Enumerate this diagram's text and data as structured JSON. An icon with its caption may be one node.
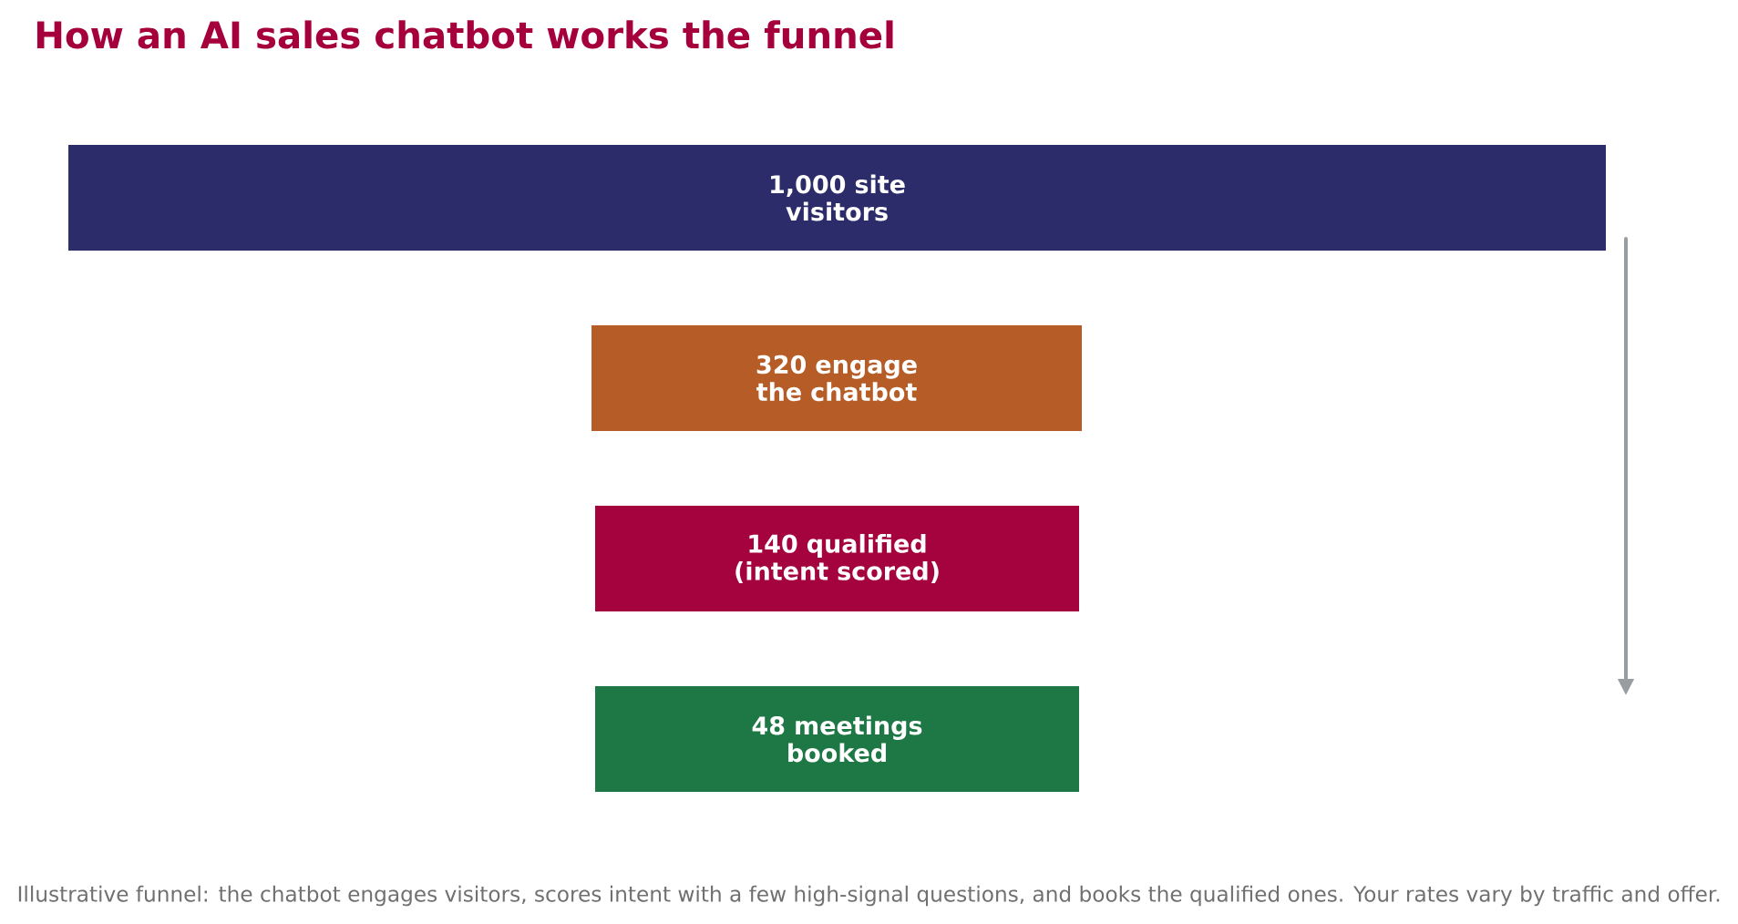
{
  "diagram": {
    "title": "How an AI sales chatbot works the funnel",
    "caption": "Illustrative funnel: the chatbot engages visitors, scores intent with a few high-signal questions, and books the qualified ones. Your rates vary by traffic and offer.",
    "nodes": [
      {
        "text": [
          "1,000 site visitors"
        ]
      },
      {
        "text": [
          "320 engage the chatbot"
        ]
      },
      {
        "text": [
          "140 qualified (intent scored)"
        ]
      },
      {
        "text": [
          "48 meetings booked"
        ]
      }
    ]
  }
}
